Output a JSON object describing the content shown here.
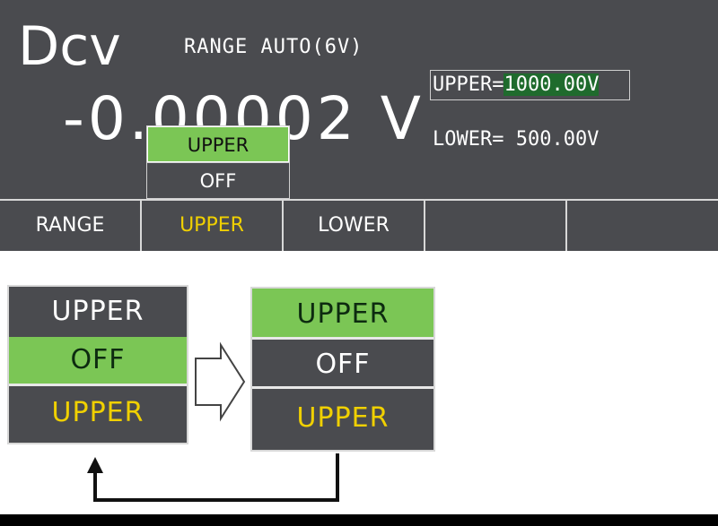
{
  "display": {
    "mode": "Dcv",
    "range": "RANGE AUTO(6V)",
    "reading": "-0.00002 V",
    "upper_label": "UPPER=",
    "upper_value": "1000.00V",
    "lower": "LOWER= 500.00V"
  },
  "popup": {
    "selected": "UPPER",
    "other": "OFF"
  },
  "softkeys": [
    "RANGE",
    "UPPER",
    "LOWER",
    "",
    ""
  ],
  "menu_before": [
    "UPPER",
    "OFF",
    "UPPER"
  ],
  "menu_after": [
    "UPPER",
    "OFF",
    "UPPER"
  ],
  "colors": {
    "screen_bg": "#4a4b4f",
    "highlight_green": "#7bc655",
    "active_yellow": "#f0d000",
    "value_bg": "#1f6b2d"
  }
}
